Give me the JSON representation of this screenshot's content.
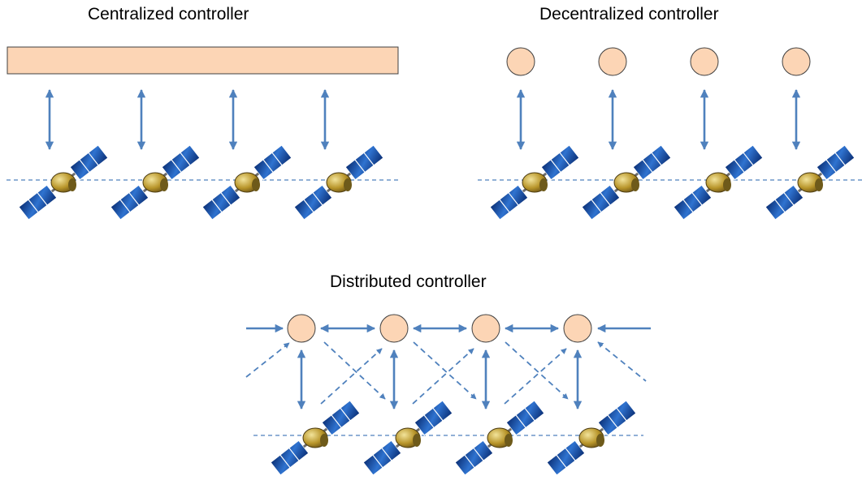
{
  "titles": {
    "centralized": "Centralized controller",
    "decentralized": "Decentralized controller",
    "distributed": "Distributed controller"
  },
  "colors": {
    "controller_fill": "#fcd5b5",
    "controller_stroke": "#404040",
    "arrow": "#4f81bd",
    "orbit_line": "#4f81bd",
    "panel_dark": "#0f3c8c",
    "panel_light": "#3f8be0",
    "body_gold": "#b8952a"
  },
  "icons": {
    "satellite": "satellite-icon",
    "controller_node": "controller-node-icon"
  }
}
